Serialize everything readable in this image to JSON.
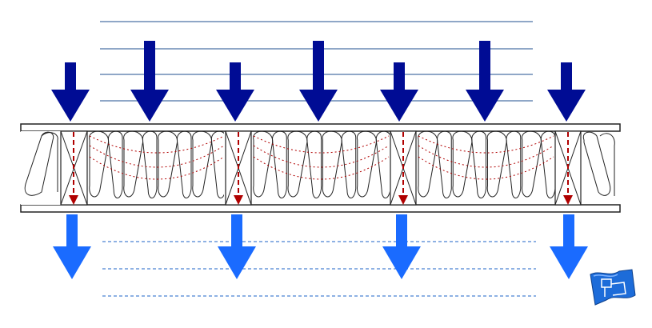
{
  "diagram": {
    "description_visible_text": "",
    "colors": {
      "background": "#ffffff",
      "line_blue": "#1f4f8f",
      "dashed_blue": "#1e63c7",
      "arrow_dark_blue": "#000c94",
      "arrow_light_blue": "#1a6bff",
      "heat_path_red": "#b00000",
      "outline": "#222222",
      "badge_blue": "#1d6cd9"
    },
    "top_solid_lines_count": 4,
    "bottom_dashed_lines_count": 3,
    "incoming_arrows": [
      {
        "kind": "short",
        "over": "stud"
      },
      {
        "kind": "long",
        "over": "insulation"
      },
      {
        "kind": "short",
        "over": "stud"
      },
      {
        "kind": "long",
        "over": "insulation"
      },
      {
        "kind": "short",
        "over": "stud"
      },
      {
        "kind": "long",
        "over": "insulation"
      },
      {
        "kind": "short",
        "over": "stud"
      }
    ],
    "outgoing_arrows": [
      {
        "over": "stud"
      },
      {
        "over": "stud"
      },
      {
        "over": "stud"
      },
      {
        "over": "stud"
      }
    ],
    "studs_count": 4,
    "insulation_cavities_count": 3,
    "logo_icon": "blueprint-flag-icon"
  }
}
